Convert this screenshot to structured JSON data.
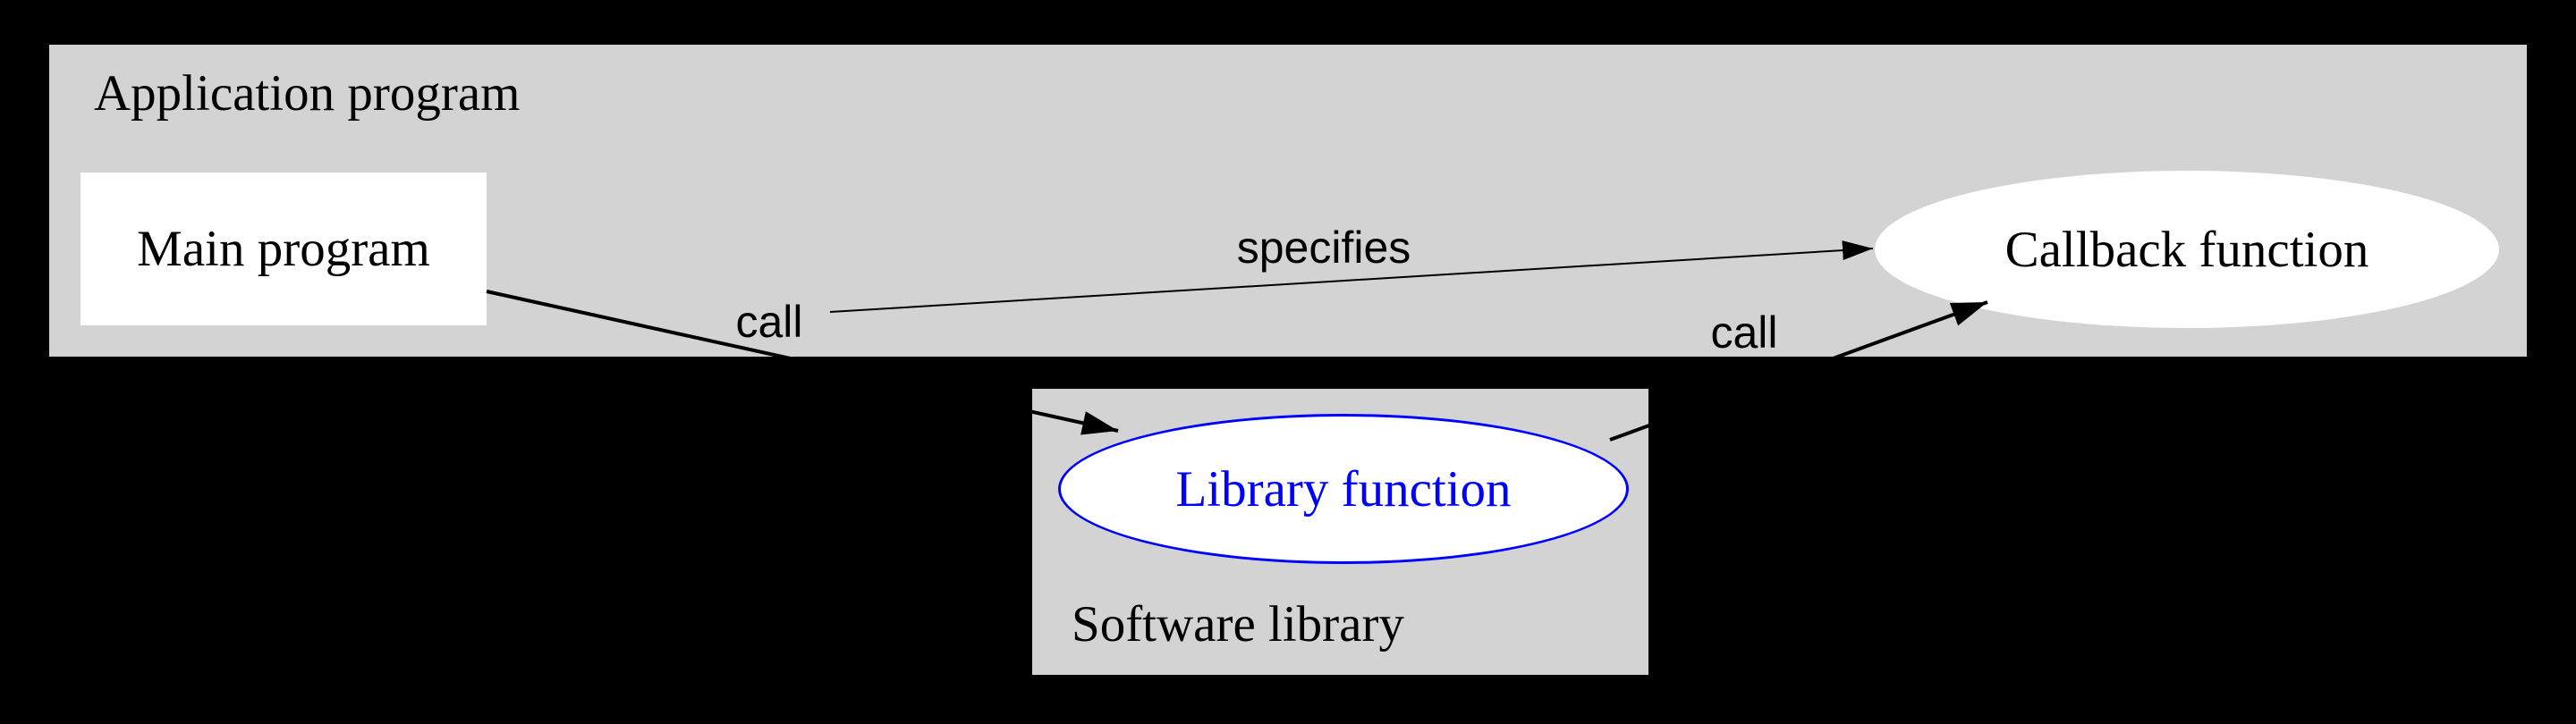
{
  "clusters": {
    "application": {
      "label": "Application program"
    },
    "library": {
      "label": "Software library"
    }
  },
  "nodes": {
    "main_program": {
      "label": "Main program"
    },
    "callback_function": {
      "label": "Callback function"
    },
    "library_function": {
      "label": "Library function"
    }
  },
  "edges": {
    "main_to_library": {
      "label": "call"
    },
    "main_to_callback": {
      "label": "specifies"
    },
    "library_to_callback": {
      "label": "call"
    }
  },
  "colors": {
    "background": "#000000",
    "cluster_fill": "#d3d3d3",
    "node_fill": "#ffffff",
    "library_accent": "#0000ff",
    "edge": "#000000"
  }
}
